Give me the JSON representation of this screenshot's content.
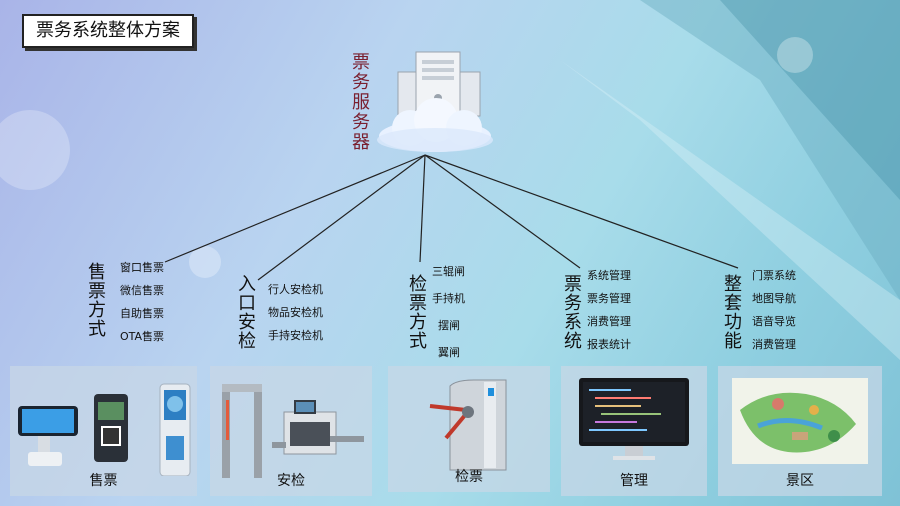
{
  "title": "票务系统整体方案",
  "server": {
    "label": "票务服务器",
    "icon": "server-cloud-icon"
  },
  "groups": [
    {
      "title": "售票方式",
      "items": [
        "窗口售票",
        "微信售票",
        "自助售票",
        "OTA售票"
      ]
    },
    {
      "title": "入口安检",
      "items": [
        "行人安检机",
        "物品安检机",
        "手持安检机"
      ]
    },
    {
      "title": "检票方式",
      "items": [
        "三辊闸",
        "手持机",
        "摆闸",
        "翼闸"
      ]
    },
    {
      "title": "票务系统",
      "items": [
        "系统管理",
        "票务管理",
        "消费管理",
        "报表统计"
      ]
    },
    {
      "title": "整套功能",
      "items": [
        "门票系统",
        "地图导航",
        "语音导览",
        "消费管理"
      ]
    }
  ],
  "panels": [
    {
      "label": "售票",
      "icon": "ticket-terminal-icon"
    },
    {
      "label": "安检",
      "icon": "security-scanner-icon"
    },
    {
      "label": "检票",
      "icon": "turnstile-icon"
    },
    {
      "label": "管理",
      "icon": "monitor-icon"
    },
    {
      "label": "景区",
      "icon": "scenic-map-icon"
    }
  ]
}
